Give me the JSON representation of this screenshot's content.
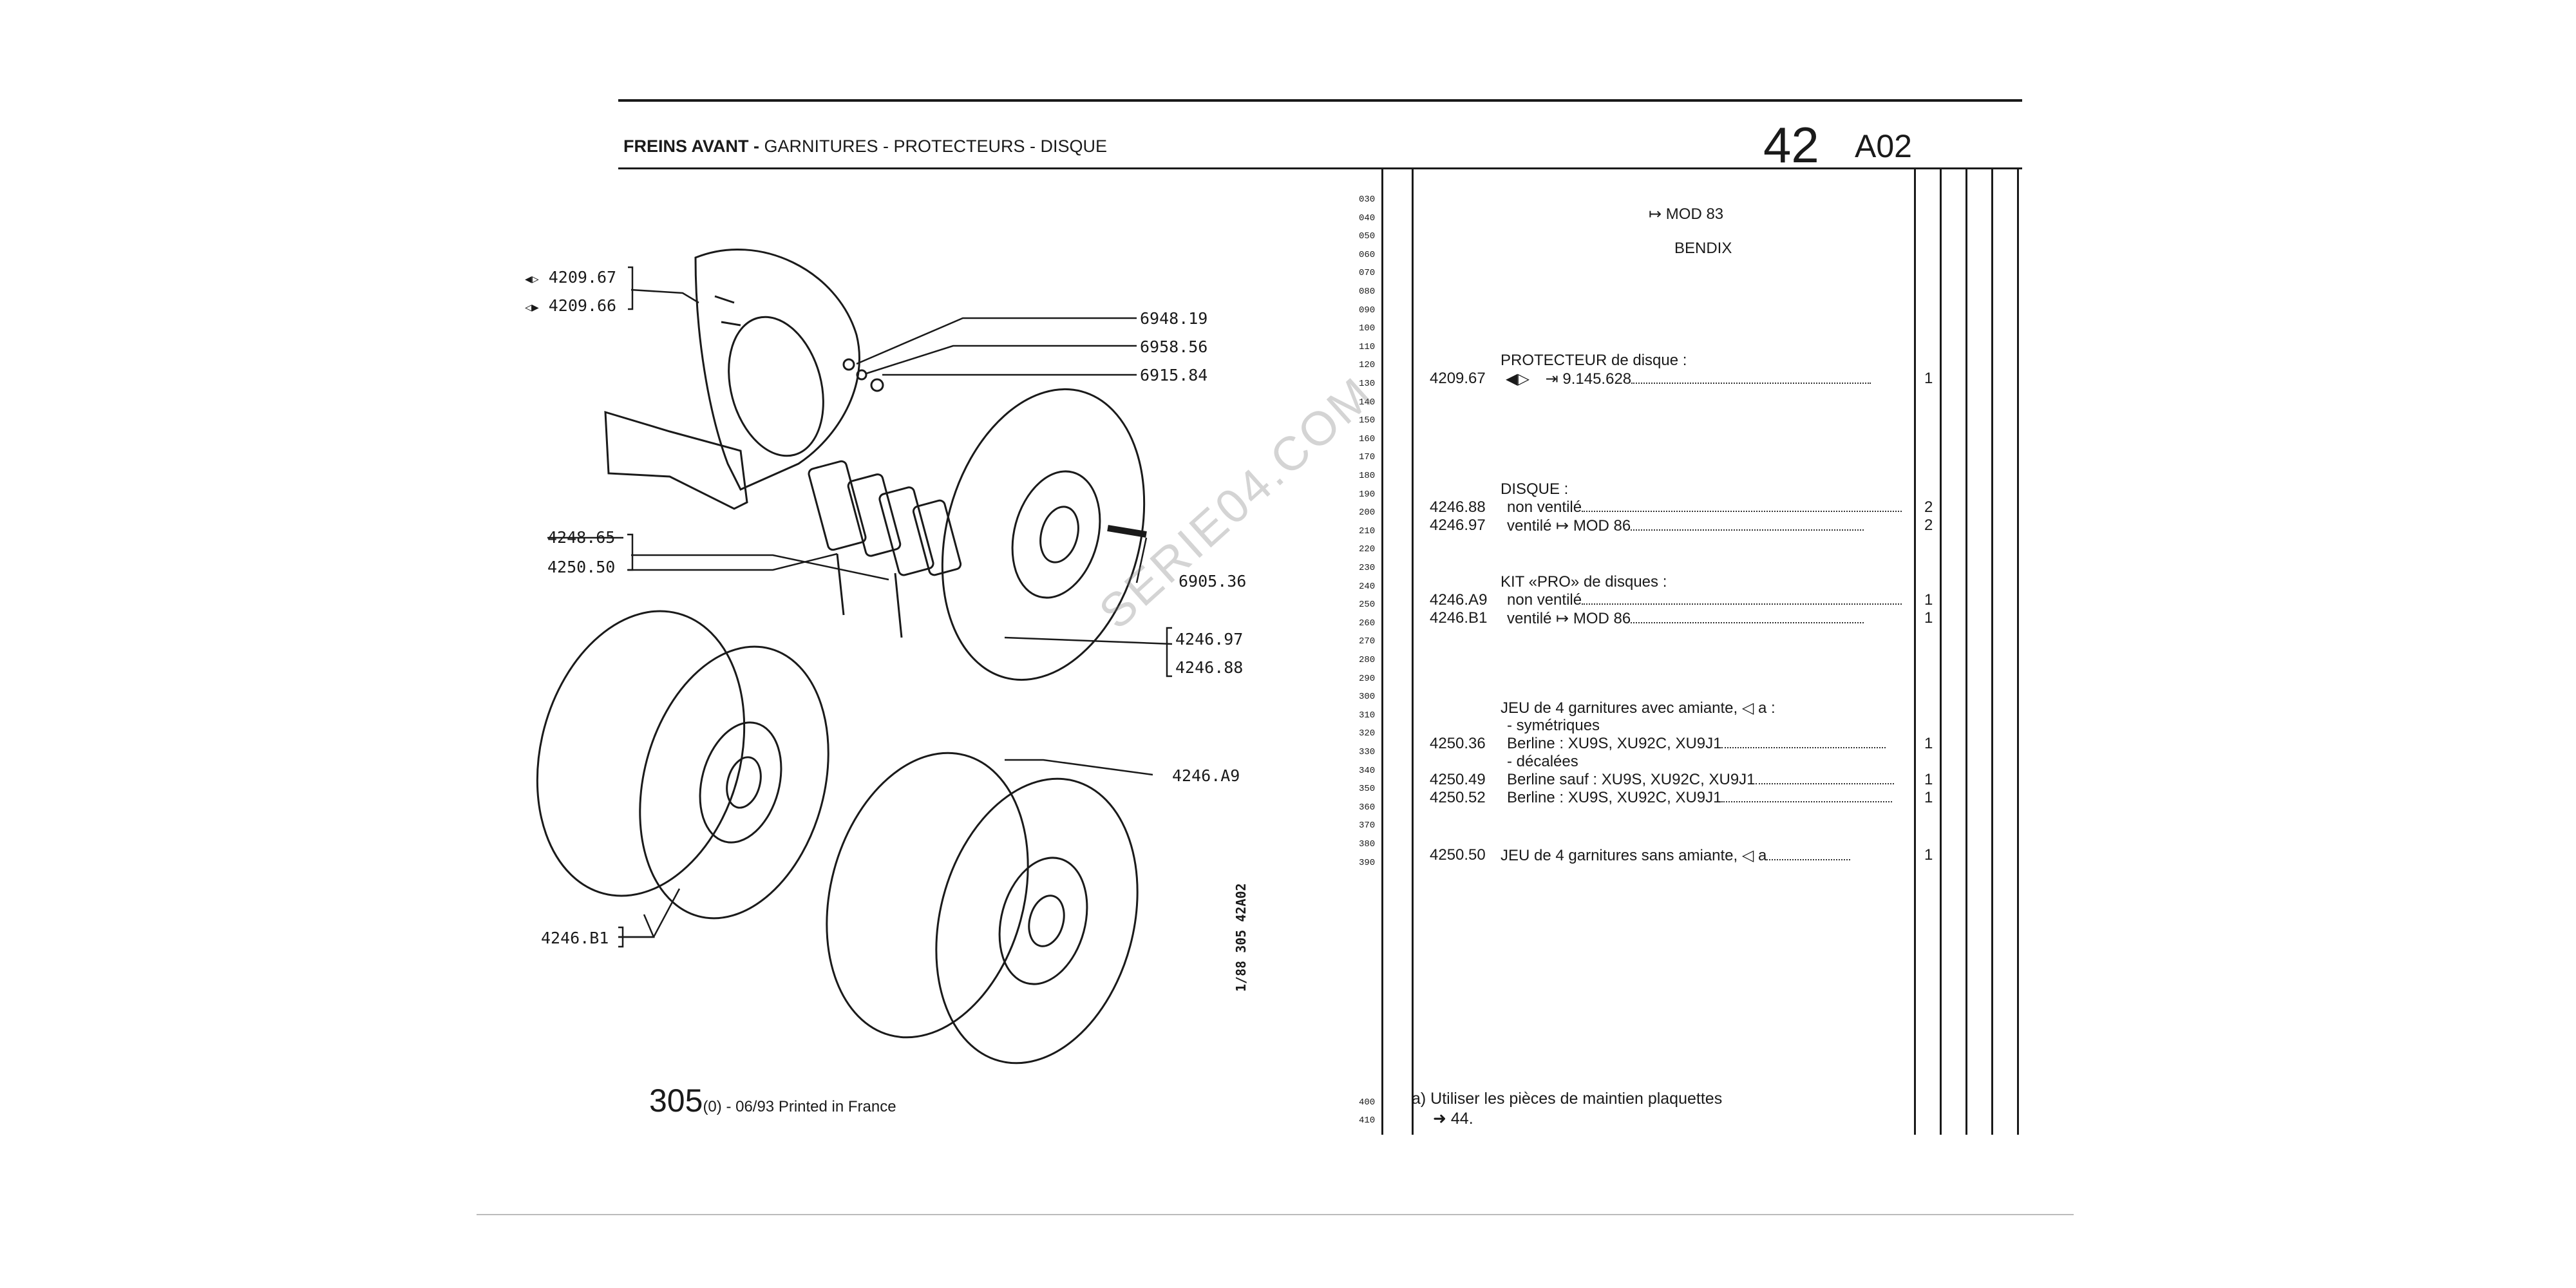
{
  "header": {
    "title_bold": "FREINS AVANT -",
    "title_rest": "GARNITURES - PROTECTEURS - DISQUE",
    "page_number": "42",
    "page_code": "A02"
  },
  "line_numbers": [
    "030",
    "040",
    "050",
    "060",
    "070",
    "080",
    "090",
    "100",
    "110",
    "120",
    "130",
    "140",
    "150",
    "160",
    "170",
    "180",
    "190",
    "200",
    "210",
    "220",
    "230",
    "240",
    "250",
    "260",
    "270",
    "280",
    "290",
    "300",
    "310",
    "320",
    "330",
    "340",
    "350",
    "360",
    "370",
    "380",
    "390"
  ],
  "footnote_line_numbers": [
    "400",
    "410"
  ],
  "parts": {
    "mod83": "MOD 83",
    "brand": "BENDIX",
    "protecteur_heading": "PROTECTEUR de disque :",
    "protecteur_ref": "4209.67",
    "protecteur_text": "9.145.628",
    "protecteur_qty": "1",
    "disque_heading": "DISQUE :",
    "disque_1_ref": "4246.88",
    "disque_1_text": "non ventilé",
    "disque_1_qty": "2",
    "disque_2_ref": "4246.97",
    "disque_2_text_a": "ventilé",
    "disque_2_text_b": "MOD 86",
    "disque_2_qty": "2",
    "kit_heading": "KIT «PRO» de disques :",
    "kit_1_ref": "4246.A9",
    "kit_1_text": "non ventilé",
    "kit_1_qty": "1",
    "kit_2_ref": "4246.B1",
    "kit_2_text_a": "ventilé",
    "kit_2_text_b": "MOD 86",
    "kit_2_qty": "1",
    "jeu_heading": "JEU de 4 garnitures avec amiante,",
    "jeu_heading_suffix": "a :",
    "jeu_sym": "- symétriques",
    "jeu_1_ref": "4250.36",
    "jeu_1_text": "Berline : XU9S, XU92C, XU9J1",
    "jeu_1_qty": "1",
    "jeu_dec": "- décalées",
    "jeu_2_ref": "4250.49",
    "jeu_2_text": "Berline sauf : XU9S, XU92C, XU9J1",
    "jeu_2_qty": "1",
    "jeu_3_ref": "4250.52",
    "jeu_3_text": "Berline : XU9S, XU92C, XU9J1",
    "jeu_3_qty": "1",
    "jeu_sans_ref": "4250.50",
    "jeu_sans_text": "JEU de 4 garnitures sans amiante,",
    "jeu_sans_suffix": "a",
    "jeu_sans_qty": "1"
  },
  "footnote": {
    "line1": "a) Utiliser les pièces de maintien plaquettes",
    "line2": "44."
  },
  "diagram_labels": {
    "l_420967": "4209.67",
    "l_420966": "4209.66",
    "l_694819": "6948.19",
    "l_695856": "6958.56",
    "l_691584": "6915.84",
    "l_424865": "4248.65",
    "l_425050": "4250.50",
    "l_690536": "6905.36",
    "l_424697": "4246.97",
    "l_424688": "4246.88",
    "l_4246a9": "4246.A9",
    "l_4246b1": "4246.B1"
  },
  "footer": {
    "model": "305",
    "rest": "(0) - 06/93 Printed in France"
  },
  "vertical_code": "1/88 305 42A02",
  "watermark": "SERIE04.COM"
}
